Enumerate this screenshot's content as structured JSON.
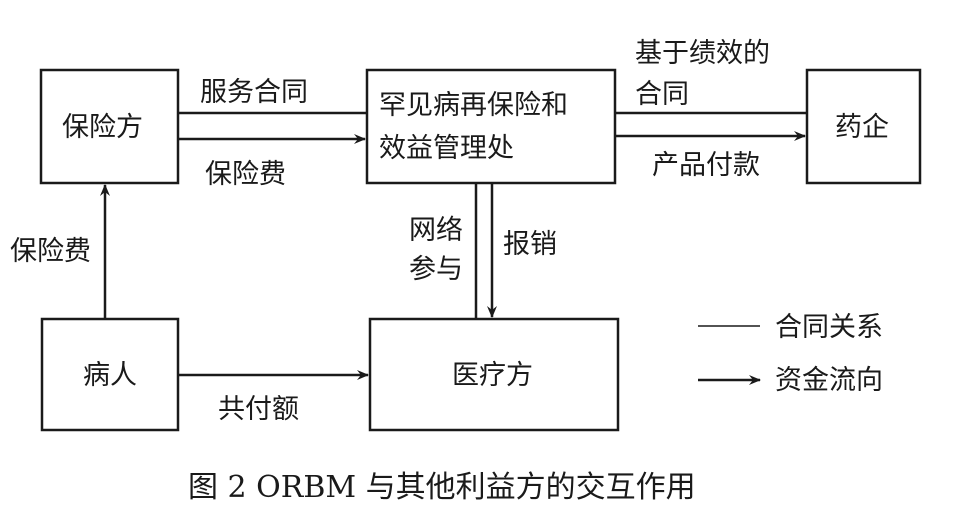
{
  "nodes": {
    "insurer": "保险方",
    "orbm_line1": "罕见病再保险和",
    "orbm_line2": "效益管理处",
    "pharma": "药企",
    "patient": "病人",
    "provider": "医疗方"
  },
  "edges": {
    "service_contract": "服务合同",
    "premium": "保险费",
    "perf_contract_line1": "基于绩效的",
    "perf_contract_line2": "合同",
    "product_payment": "产品付款",
    "network_line1": "网络",
    "network_line2": "参与",
    "reimbursement": "报销",
    "patient_premium": "保险费",
    "copay": "共付额"
  },
  "legend": {
    "contract": "合同关系",
    "funds": "资金流向"
  },
  "caption": "图 2 ORBM 与其他利益方的交互作用"
}
